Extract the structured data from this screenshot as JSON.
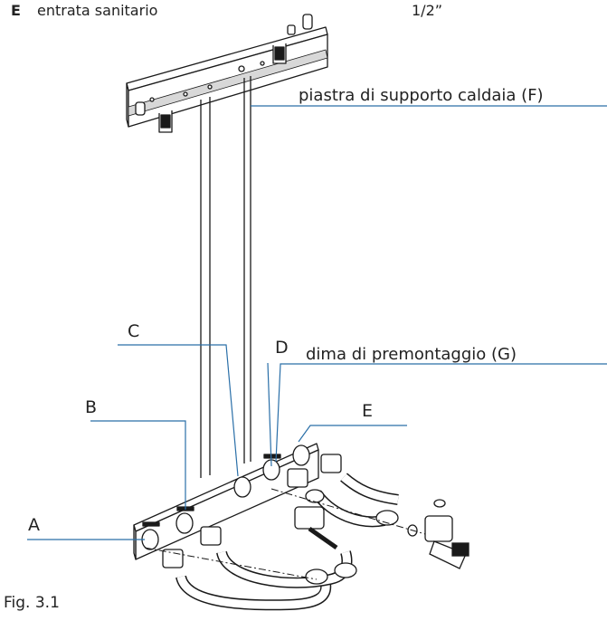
{
  "legend": [
    {
      "key": "E",
      "text": "entrata sanitario",
      "size": "1/2”"
    }
  ],
  "callouts": {
    "plate": "piastra di supporto caldaia (F)",
    "template": "dima di premontaggio (G)"
  },
  "letters": {
    "a": "A",
    "b": "B",
    "c": "C",
    "d": "D",
    "e": "E"
  },
  "caption": "Fig. 3.1",
  "colors": {
    "callout_line": "#2a6fa8",
    "drawing": "#1a1a1a"
  }
}
